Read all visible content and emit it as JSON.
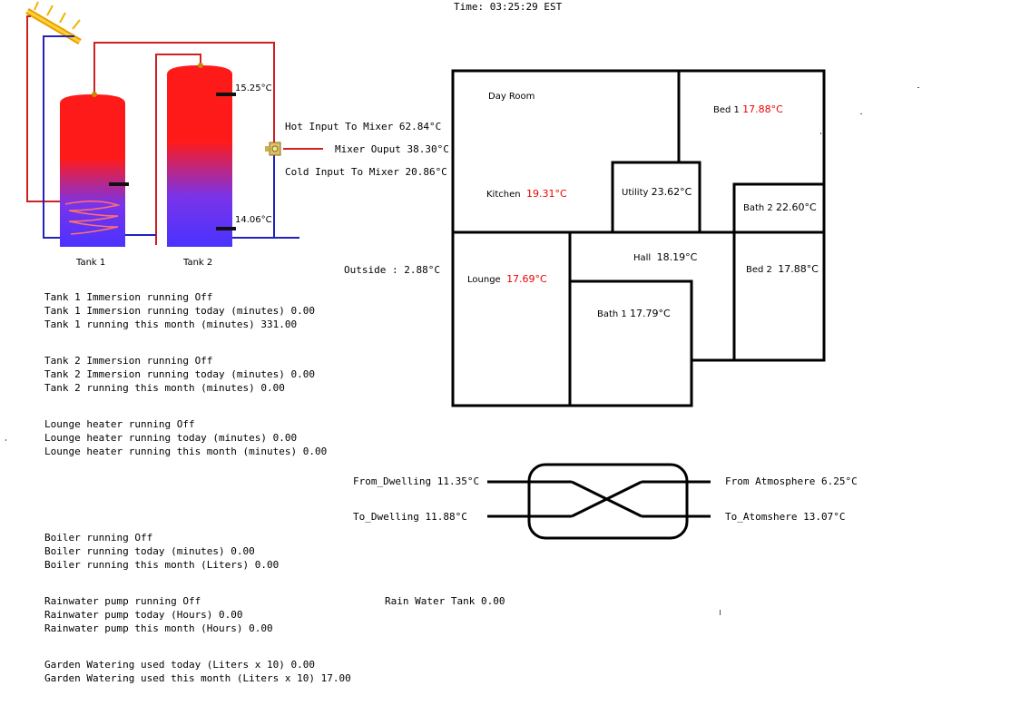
{
  "time": "Time: 03:25:29 EST",
  "tanks": {
    "tank1_label": "Tank 1",
    "tank2_label": "Tank 2",
    "tank2_top_temp": "15.25°C",
    "tank2_bottom_temp": "14.06°C"
  },
  "mixer": {
    "hot_input": "Hot Input To Mixer 62.84°C",
    "output": "Mixer Ouput 38.30°C",
    "cold_input": "Cold Input To Mixer 20.86°C"
  },
  "outside": "Outside : 2.88°C",
  "rooms": {
    "day_room": {
      "name": "Day Room",
      "temp": ""
    },
    "kitchen": {
      "name": "Kitchen",
      "temp": "19.31°C"
    },
    "utility": {
      "name": "Utility",
      "temp": "23.62°C"
    },
    "bed1": {
      "name": "Bed 1",
      "temp": "17.88°C"
    },
    "bath2": {
      "name": "Bath 2",
      "temp": "22.60°C"
    },
    "hall": {
      "name": "Hall",
      "temp": "18.19°C"
    },
    "bed2": {
      "name": "Bed 2",
      "temp": "17.88°C"
    },
    "lounge": {
      "name": "Lounge",
      "temp": "17.69°C"
    },
    "bath1": {
      "name": "Bath 1",
      "temp": "17.79°C"
    }
  },
  "colors": {
    "hot_text": "#ee0000",
    "pipe_hot": "#cc2222",
    "pipe_cold": "#2222bb",
    "tank_top": "#ff1a1a",
    "tank_bottom": "#4a33ff"
  },
  "heat_exchanger": {
    "from_dwelling": "From_Dwelling 11.35°C",
    "to_dwelling": "To_Dwelling  11.88°C",
    "from_atmosphere": "From Atmosphere 6.25°C",
    "to_atmosphere": "To_Atomshere 13.07°C"
  },
  "stats": {
    "tank1": [
      "Tank 1 Immersion running Off",
      "Tank 1 Immersion running today (minutes) 0.00",
      "Tank 1 running this month (minutes) 331.00"
    ],
    "tank2": [
      "Tank 2 Immersion running Off",
      "Tank 2 Immersion running today (minutes) 0.00",
      "Tank 2 running this month (minutes) 0.00"
    ],
    "lounge": [
      "Lounge heater running Off",
      "Lounge heater running today (minutes) 0.00",
      "Lounge heater running this month (minutes) 0.00"
    ],
    "boiler": [
      "Boiler running Off",
      "Boiler running today (minutes) 0.00",
      "Boiler running this month (Liters) 0.00"
    ],
    "rainwater": [
      "Rainwater pump running Off",
      "Rainwater pump today (Hours) 0.00",
      "Rainwater pump this month (Hours) 0.00"
    ],
    "garden": [
      "Garden Watering used today (Liters x 10) 0.00",
      "Garden Watering used this month (Liters x 10) 17.00"
    ]
  },
  "rain_water_tank": "Rain Water Tank 0.00"
}
